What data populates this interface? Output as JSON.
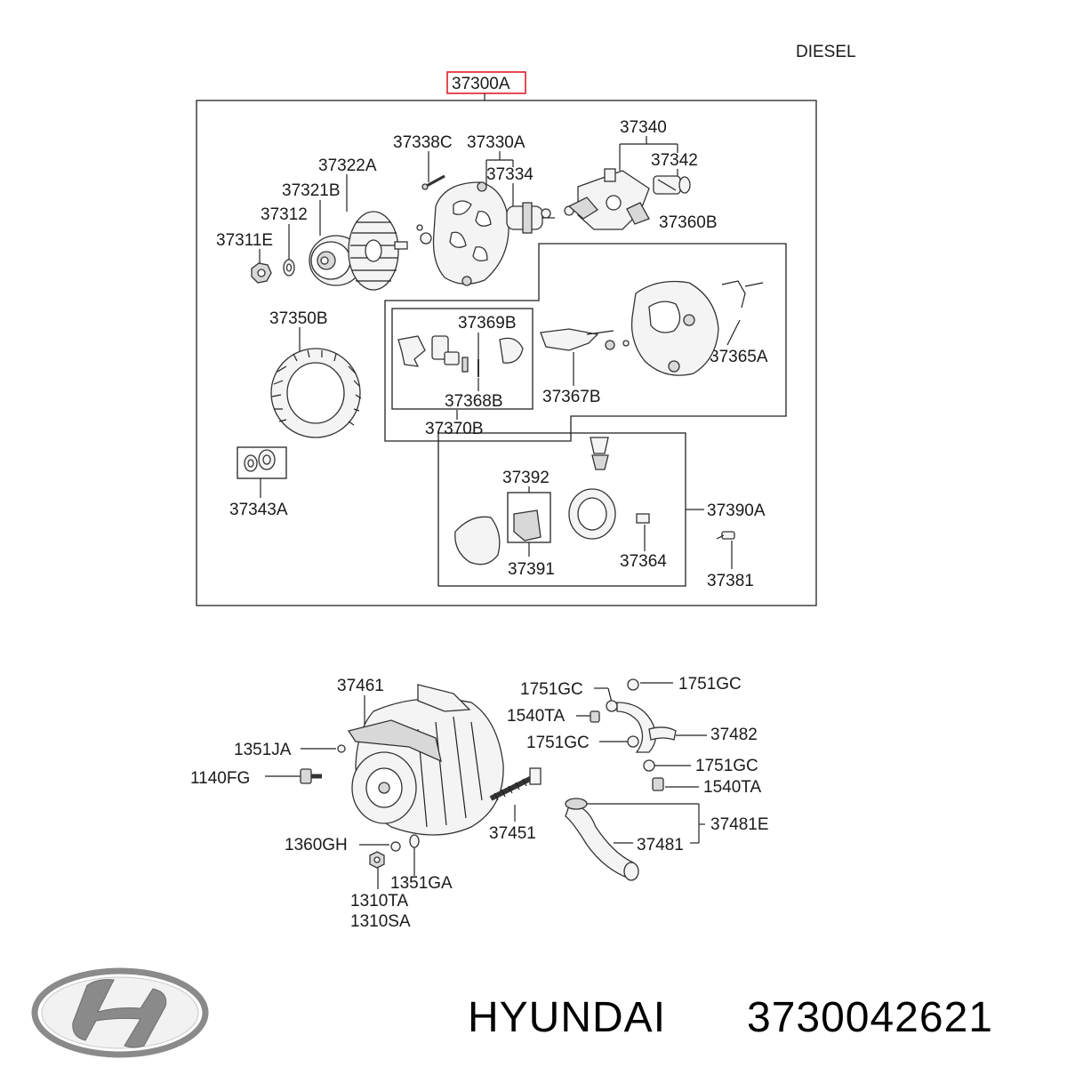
{
  "header": {
    "engine_type": "DIESEL"
  },
  "assembly_label": "37300A",
  "parts": {
    "p37338C": "37338C",
    "p37330A": "37330A",
    "p37340": "37340",
    "p37342": "37342",
    "p37322A": "37322A",
    "p37334": "37334",
    "p37321B": "37321B",
    "p37312": "37312",
    "p37311E": "37311E",
    "p37360B": "37360B",
    "p37350B": "37350B",
    "p37369B": "37369B",
    "p37365A": "37365A",
    "p37367B": "37367B",
    "p37368B": "37368B",
    "p37370B": "37370B",
    "p37343A": "37343A",
    "p37392": "37392",
    "p37390A": "37390A",
    "p37364": "37364",
    "p37391": "37391",
    "p37381": "37381"
  },
  "install_parts": {
    "p37461": "37461",
    "p1751GC_a": "1751GC",
    "p1751GC_b": "1751GC",
    "p1540TA_a": "1540TA",
    "p1351JA": "1351JA",
    "p1751GC_c": "1751GC",
    "p37482": "37482",
    "p1140FG": "1140FG",
    "p1751GC_d": "1751GC",
    "p1540TA_b": "1540TA",
    "p37481E": "37481E",
    "p37451": "37451",
    "p37481": "37481",
    "p1360GH": "1360GH",
    "p1351GA": "1351GA",
    "p1310TA": "1310TA",
    "p1310SA": "1310SA"
  },
  "footer": {
    "brand": "HYUNDAI",
    "part_number": "3730042621"
  },
  "colors": {
    "highlight": "#e0202a",
    "line": "#222222",
    "logo": "#8a8a8a"
  },
  "icons": {
    "logo": "hyundai-logo-icon"
  }
}
